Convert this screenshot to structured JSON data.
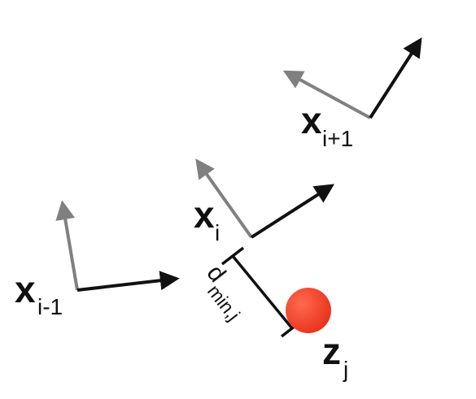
{
  "colors": {
    "background": "#ffffff",
    "axis_primary": "#111111",
    "axis_secondary": "#808080",
    "landmark_fill": "#e8331c",
    "landmark_highlight": "#ff6a4d",
    "distance_line": "#111111"
  },
  "labels": {
    "pose_prev": {
      "main": "x",
      "sub": "i-1"
    },
    "pose_curr": {
      "main": "x",
      "sub": "i"
    },
    "pose_next": {
      "main": "x",
      "sub": "i+1"
    },
    "landmark": {
      "main": "z",
      "sub": "j"
    },
    "distance": {
      "main": "d",
      "sub": "min,j"
    }
  }
}
